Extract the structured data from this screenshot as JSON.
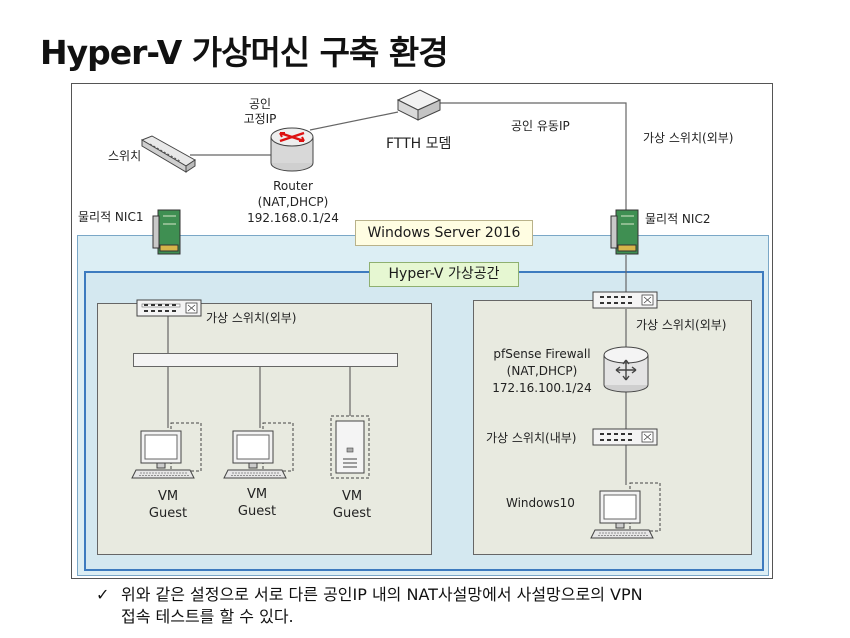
{
  "title": "Hyper-V 가상머신 구축 환경",
  "labels": {
    "public_static_ip": [
      "공인",
      "고정IP"
    ],
    "switch": "스위치",
    "router": [
      "Router",
      "(NAT,DHCP)",
      "192.168.0.1/24"
    ],
    "ftth_modem": "FTTH 모뎀",
    "public_dynamic_ip": "공인 유동IP",
    "virtual_switch_external_top": "가상 스위치(외부)",
    "nic1": "물리적 NIC1",
    "nic2": "물리적 NIC2",
    "windows_server": "Windows Server 2016",
    "hyperv_space": "Hyper-V 가상공간",
    "left_vswitch": "가상 스위치(외부)",
    "right_vswitch_external": "가상 스위치(외부)",
    "pfsense": [
      "pfSense Firewall",
      "(NAT,DHCP)",
      "172.16.100.1/24"
    ],
    "right_vswitch_internal": "가상 스위치(내부)",
    "windows10": "Windows10",
    "vm_guests": [
      [
        "VM",
        "Guest"
      ],
      [
        "VM",
        "Guest"
      ],
      [
        "VM",
        "Guest"
      ]
    ]
  },
  "note": {
    "checkmark": "✓",
    "line1": "위와 같은 설정으로 서로 다른 공인IP 내의 NAT사설망에서 사설망으로의 VPN",
    "line2": "접속 테스트를 할 수 있다."
  }
}
